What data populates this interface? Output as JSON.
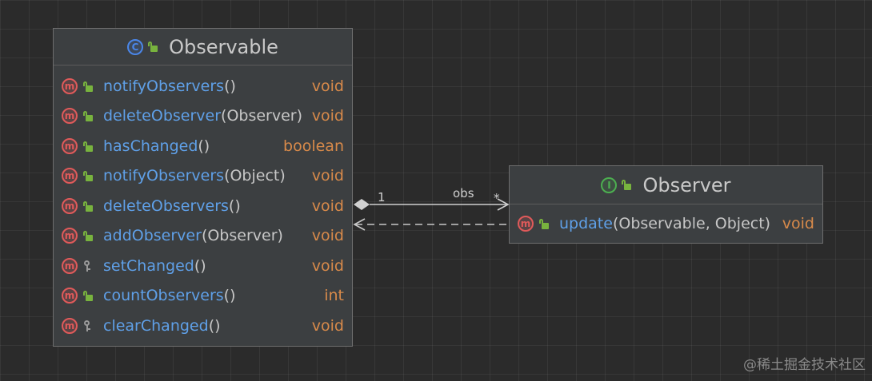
{
  "observable": {
    "title": "Observable",
    "kind_icon": "C",
    "members": [
      {
        "name": "notifyObservers",
        "params": "()",
        "type": "void",
        "visibility": "public"
      },
      {
        "name": "deleteObserver",
        "params": "(Observer)",
        "type": "void",
        "visibility": "public"
      },
      {
        "name": "hasChanged",
        "params": "()",
        "type": "boolean",
        "visibility": "public"
      },
      {
        "name": "notifyObservers",
        "params": "(Object)",
        "type": "void",
        "visibility": "public"
      },
      {
        "name": "deleteObservers",
        "params": "()",
        "type": "void",
        "visibility": "public"
      },
      {
        "name": "addObserver",
        "params": "(Observer)",
        "type": "void",
        "visibility": "public"
      },
      {
        "name": "setChanged",
        "params": "()",
        "type": "void",
        "visibility": "protected"
      },
      {
        "name": "countObservers",
        "params": "()",
        "type": "int",
        "visibility": "public"
      },
      {
        "name": "clearChanged",
        "params": "()",
        "type": "void",
        "visibility": "protected"
      }
    ]
  },
  "observer": {
    "title": "Observer",
    "kind_icon": "I",
    "members": [
      {
        "name": "update",
        "params": "(Observable, Object)",
        "type": "void",
        "visibility": "public"
      }
    ]
  },
  "method_icon": "m",
  "edges": {
    "association": {
      "source_multiplicity": "1",
      "label": "obs",
      "target_multiplicity": "*"
    }
  },
  "watermark": "@稀土掘金技术社区"
}
